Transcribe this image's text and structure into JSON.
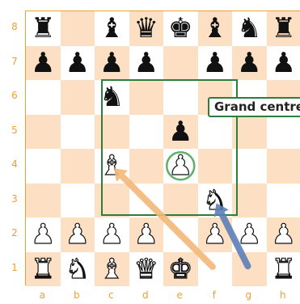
{
  "board": {
    "files": [
      "a",
      "b",
      "c",
      "d",
      "e",
      "f",
      "g",
      "h"
    ],
    "ranks": [
      "8",
      "7",
      "6",
      "5",
      "4",
      "3",
      "2",
      "1"
    ],
    "colors": {
      "light_square": "#ffffff",
      "dark_square": "#fde0c4",
      "frame": "#f0a030",
      "centre_outline": "#2e7d3a",
      "bishop_arrow": "#f3b878",
      "knight_arrow": "#5c7fb8"
    },
    "pieces": [
      {
        "square": "a8",
        "color": "black",
        "type": "rook"
      },
      {
        "square": "c8",
        "color": "black",
        "type": "bishop"
      },
      {
        "square": "d8",
        "color": "black",
        "type": "queen"
      },
      {
        "square": "e8",
        "color": "black",
        "type": "king"
      },
      {
        "square": "f8",
        "color": "black",
        "type": "bishop"
      },
      {
        "square": "g8",
        "color": "black",
        "type": "knight"
      },
      {
        "square": "h8",
        "color": "black",
        "type": "rook"
      },
      {
        "square": "a7",
        "color": "black",
        "type": "pawn"
      },
      {
        "square": "b7",
        "color": "black",
        "type": "pawn"
      },
      {
        "square": "c7",
        "color": "black",
        "type": "pawn"
      },
      {
        "square": "d7",
        "color": "black",
        "type": "pawn"
      },
      {
        "square": "f7",
        "color": "black",
        "type": "pawn"
      },
      {
        "square": "g7",
        "color": "black",
        "type": "pawn"
      },
      {
        "square": "h7",
        "color": "black",
        "type": "pawn"
      },
      {
        "square": "c6",
        "color": "black",
        "type": "knight"
      },
      {
        "square": "e5",
        "color": "black",
        "type": "pawn"
      },
      {
        "square": "c4",
        "color": "white",
        "type": "bishop"
      },
      {
        "square": "e4",
        "color": "white",
        "type": "pawn"
      },
      {
        "square": "f3",
        "color": "white",
        "type": "knight"
      },
      {
        "square": "a2",
        "color": "white",
        "type": "pawn"
      },
      {
        "square": "b2",
        "color": "white",
        "type": "pawn"
      },
      {
        "square": "c2",
        "color": "white",
        "type": "pawn"
      },
      {
        "square": "d2",
        "color": "white",
        "type": "pawn"
      },
      {
        "square": "f2",
        "color": "white",
        "type": "pawn"
      },
      {
        "square": "g2",
        "color": "white",
        "type": "pawn"
      },
      {
        "square": "h2",
        "color": "white",
        "type": "pawn"
      },
      {
        "square": "a1",
        "color": "white",
        "type": "rook"
      },
      {
        "square": "b1",
        "color": "white",
        "type": "knight"
      },
      {
        "square": "c1",
        "color": "white",
        "type": "bishop"
      },
      {
        "square": "d1",
        "color": "white",
        "type": "queen"
      },
      {
        "square": "e1",
        "color": "white",
        "type": "king"
      },
      {
        "square": "h1",
        "color": "white",
        "type": "rook"
      }
    ]
  },
  "annotations": {
    "centre_label": "Grand centre",
    "centre_squares": [
      "c3",
      "f6"
    ],
    "highlight_square": "e4",
    "arrows": [
      {
        "name": "bishop-arrow",
        "from": "f1",
        "to": "c4",
        "color": "#f3b878"
      },
      {
        "name": "knight-arrow",
        "from": "g1",
        "to": "f3",
        "color": "#5c7fb8"
      }
    ]
  }
}
